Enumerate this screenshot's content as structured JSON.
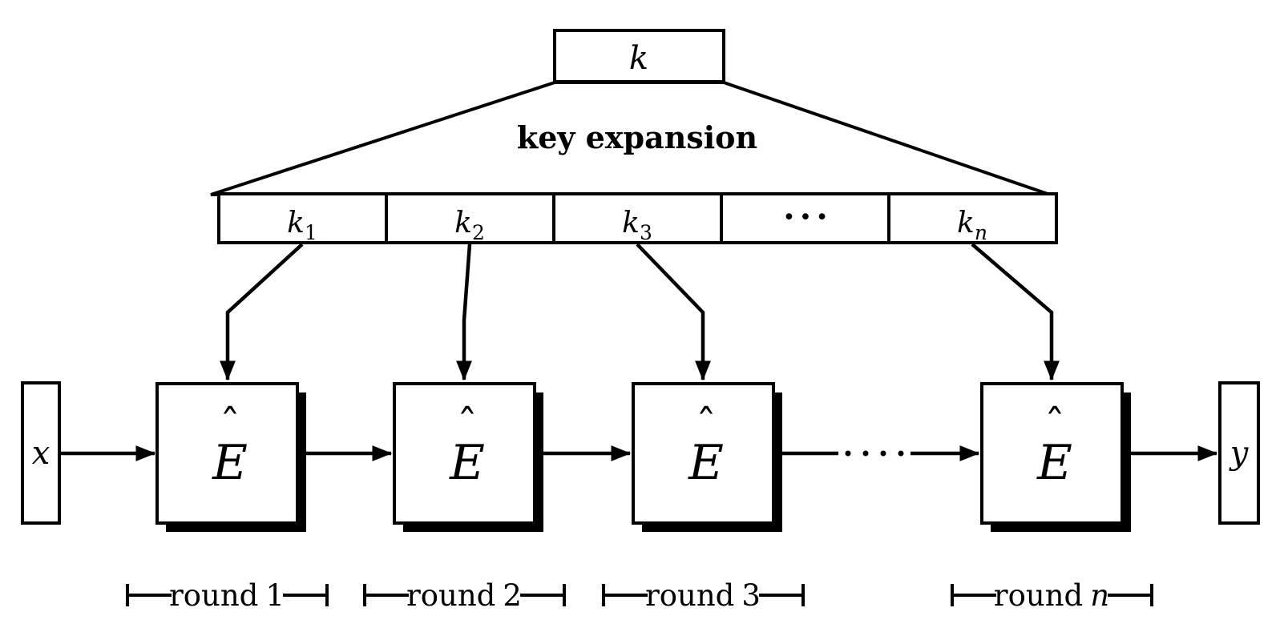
{
  "figure": {
    "master_key": "k",
    "key_expansion_label": "key expansion",
    "subkeys": [
      {
        "base": "k",
        "sub": "1"
      },
      {
        "base": "k",
        "sub": "2"
      },
      {
        "base": "k",
        "sub": "3"
      },
      {
        "base": "···",
        "sub": ""
      },
      {
        "base": "k",
        "sub": "n"
      }
    ],
    "input_label": "x",
    "output_label": "y",
    "round_function": {
      "hat": "ˆ",
      "letter": "E"
    },
    "round_markers": [
      {
        "word": "round",
        "index": "1"
      },
      {
        "word": "round",
        "index": "2"
      },
      {
        "word": "round",
        "index": "3"
      },
      {
        "word": "round",
        "index": "n"
      }
    ],
    "colors": {
      "line": "#000000",
      "key_expansion_fill": "#e6e6e6",
      "background": "#ffffff"
    }
  }
}
